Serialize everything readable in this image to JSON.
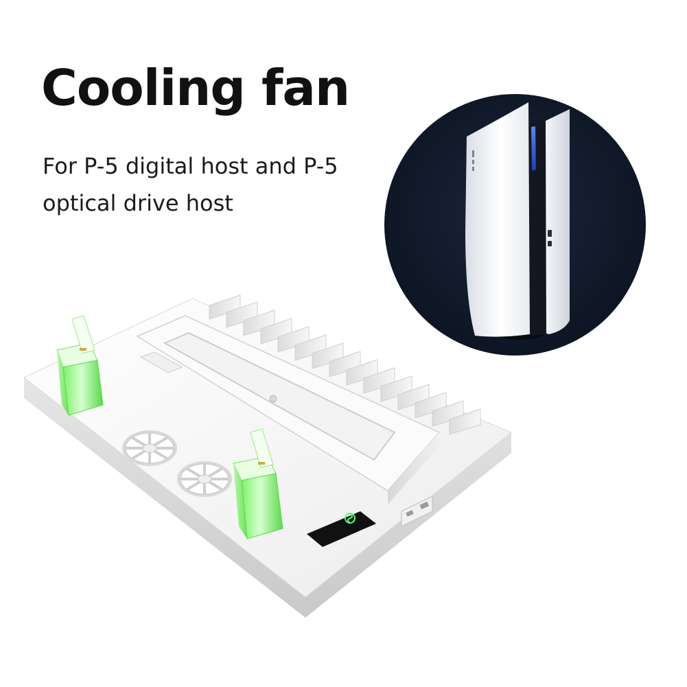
{
  "heading": {
    "title": "Cooling fan",
    "subtitle_line1": "For P-5 digital host and P-5",
    "subtitle_line2": "optical drive host"
  },
  "colors": {
    "background": "#ffffff",
    "text": "#111111",
    "circle_bg": "#0f1828",
    "console_white": "#f4f5f7",
    "console_black": "#14171f",
    "accent_blue": "#3b6bff",
    "stand_white": "#f2f2f2",
    "charger_green": "#8cf07a",
    "display_black": "#111111"
  },
  "icons": {
    "fan": "fan-icon",
    "console": "console-icon",
    "display_fan_symbol": "fan-symbol-icon"
  }
}
